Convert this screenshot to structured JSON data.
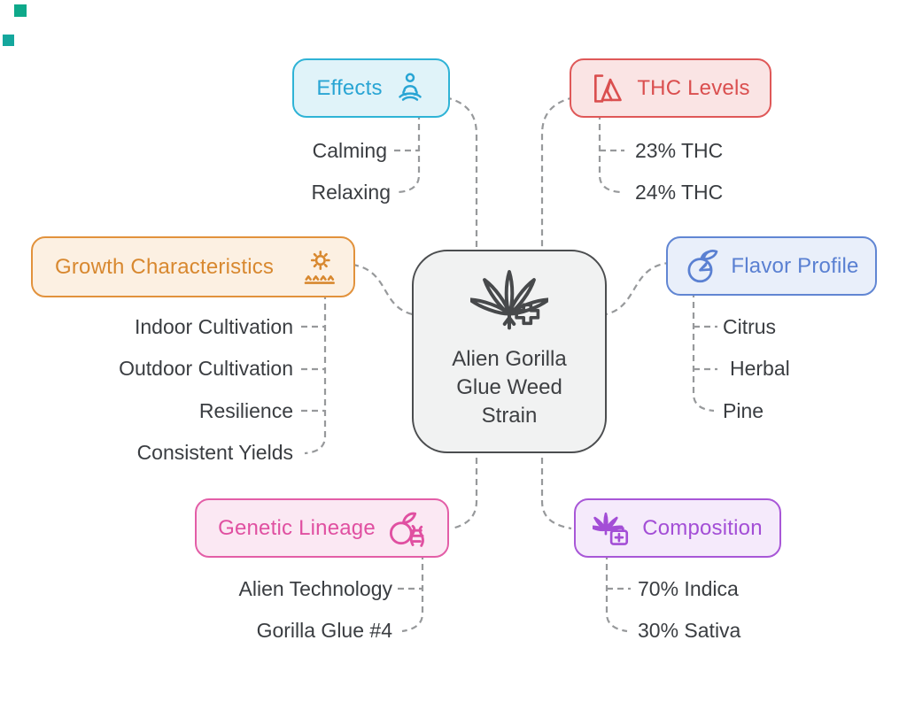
{
  "center": {
    "title": "Alien Gorilla Glue Weed Strain",
    "icon": "cannabis-medical-icon",
    "bg": "#f1f2f2",
    "border": "#4b4d4f",
    "text_color": "#3e4043"
  },
  "branches": [
    {
      "id": "effects",
      "label": "Effects",
      "icon": "meditation-icon",
      "text_color": "#29a5d4",
      "border": "#2fb3d6",
      "bg": "#e0f3f9",
      "children": [
        "Calming",
        "Relaxing"
      ]
    },
    {
      "id": "thc-levels",
      "label": "THC Levels",
      "icon": "thc-gauge-icon",
      "text_color": "#da4f4f",
      "border": "#df5858",
      "bg": "#fae4e4",
      "children": [
        "23% THC",
        "24% THC"
      ]
    },
    {
      "id": "growth-characteristics",
      "label": "Growth Characteristics",
      "icon": "sun-sprouts-icon",
      "text_color": "#d8882f",
      "border": "#e2923c",
      "bg": "#fcf0e2",
      "children": [
        "Indoor Cultivation",
        "Outdoor Cultivation",
        "Resilience",
        "Consistent Yields"
      ]
    },
    {
      "id": "flavor-profile",
      "label": "Flavor Profile",
      "icon": "citrus-icon",
      "text_color": "#5a80d2",
      "border": "#6186d3",
      "bg": "#e9effa",
      "children": [
        "Citrus",
        "Herbal",
        "Pine"
      ]
    },
    {
      "id": "genetic-lineage",
      "label": "Genetic Lineage",
      "icon": "fruit-dna-icon",
      "text_color": "#e050a1",
      "border": "#e35ea7",
      "bg": "#fbe8f3",
      "children": [
        "Alien Technology",
        "Gorilla Glue #4"
      ]
    },
    {
      "id": "composition",
      "label": "Composition",
      "icon": "cannabis-medkit-icon",
      "text_color": "#a34ed6",
      "border": "#a857d7",
      "bg": "#f5eafb",
      "children": [
        "70% Indica",
        "30% Sativa"
      ]
    }
  ],
  "connector_color": "#97999b",
  "child_text_color": "#3a3d41"
}
